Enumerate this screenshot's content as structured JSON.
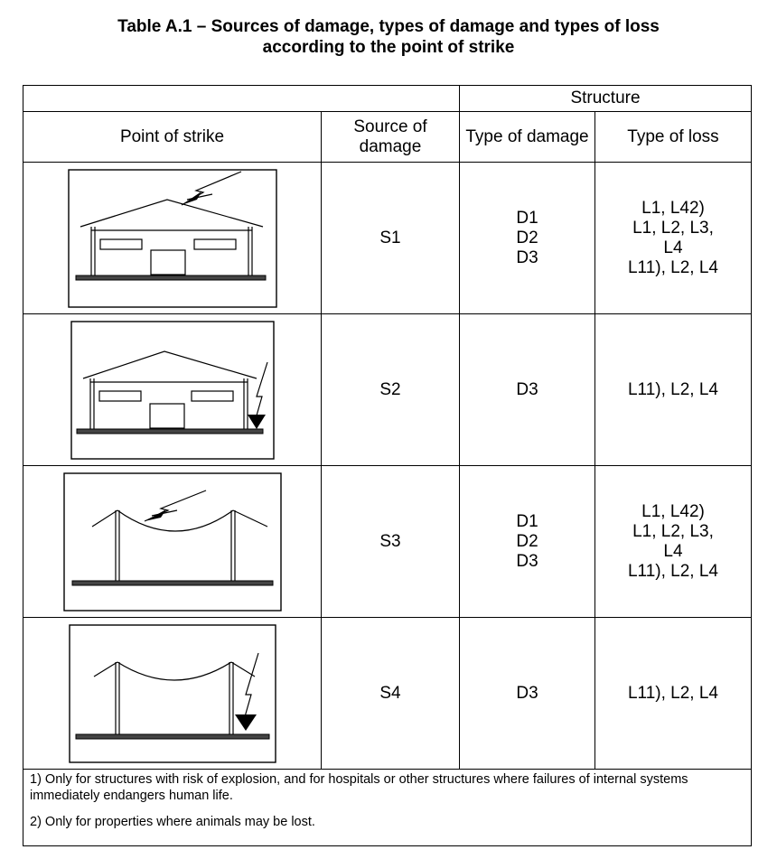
{
  "title": {
    "line1": "Table A.1 – Sources of damage, types of damage and types of loss",
    "line2": "according to the point of strike"
  },
  "header": {
    "group": "Structure",
    "point_of_strike": "Point of strike",
    "source_of_damage": "Source of damage",
    "type_of_damage": "Type of damage",
    "type_of_loss": "Type of loss"
  },
  "rows": [
    {
      "figure_icon": "lightning-striking-structure-roof-icon",
      "source": "S1",
      "damage": [
        "D1",
        "D2",
        "D3"
      ],
      "loss": [
        "L1, L42)",
        "L1, L2, L3,",
        "L4",
        "L11), L2, L4"
      ]
    },
    {
      "figure_icon": "lightning-striking-ground-near-structure-icon",
      "source": "S2",
      "damage": [
        "D3"
      ],
      "loss": [
        "L11), L2, L4"
      ]
    },
    {
      "figure_icon": "lightning-striking-service-line-icon",
      "source": "S3",
      "damage": [
        "D1",
        "D2",
        "D3"
      ],
      "loss": [
        "L1, L42)",
        "L1, L2, L3,",
        "L4",
        "L11), L2, L4"
      ]
    },
    {
      "figure_icon": "lightning-striking-ground-near-line-icon",
      "source": "S4",
      "damage": [
        "D3"
      ],
      "loss": [
        "L11), L2, L4"
      ]
    }
  ],
  "footnotes": [
    "1)  Only for structures with risk of explosion, and for hospitals or other structures where failures of internal systems immediately endangers human life.",
    "2)  Only for properties where animals may be lost."
  ]
}
